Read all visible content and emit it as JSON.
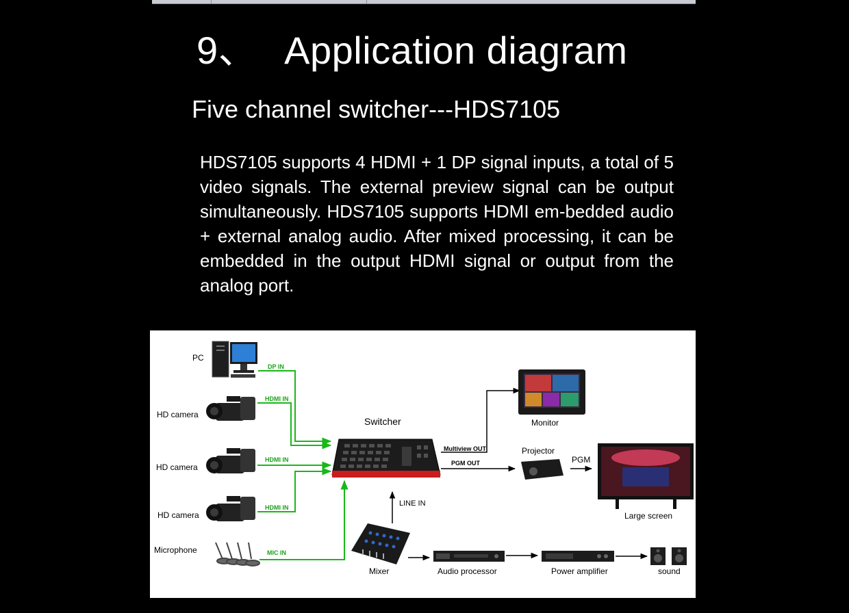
{
  "heading": {
    "number": "9、",
    "title": "Application diagram"
  },
  "subheading": "Five channel switcher---HDS7105",
  "description": "HDS7105 supports 4 HDMI + 1 DP signal inputs, a total of 5 video signals. The external preview signal can be output simultaneously. HDS7105 supports HDMI em-bedded audio + external analog audio. After mixed processing, it can be embedded in the output HDMI signal or output from the analog port.",
  "diagram": {
    "devices": {
      "pc": "PC",
      "camera1": "HD camera",
      "camera2": "HD camera",
      "camera3": "HD camera",
      "microphone": "Microphone",
      "switcher": "Switcher",
      "monitor": "Monitor",
      "projector": "Projector",
      "large_screen": "Large screen",
      "mixer": "Mixer",
      "audio_processor": "Audio processor",
      "power_amplifier": "Power amplifier",
      "sound": "sound"
    },
    "connections": {
      "dp_in": "DP IN",
      "hdmi_in_1": "HDMI IN",
      "hdmi_in_2": "HDMI IN",
      "hdmi_in_3": "HDMI IN",
      "mic_in": "MIC IN",
      "multiview_out": "Multiview OUT",
      "pgm_out": "PGM OUT",
      "line_in": "LINE IN",
      "pgm": "PGM"
    },
    "colors": {
      "input_line": "#18b818",
      "output_line": "#000000",
      "switcher_accent": "#c81e1e"
    }
  }
}
